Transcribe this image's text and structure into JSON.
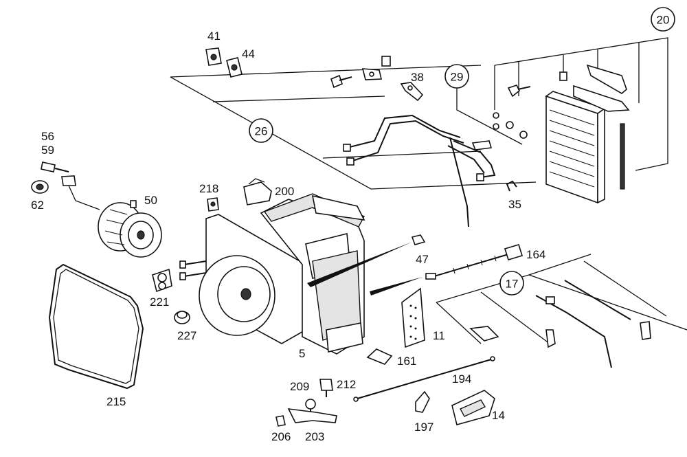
{
  "callouts": [
    {
      "id": "c20",
      "text": "20"
    },
    {
      "id": "c26",
      "text": "26"
    },
    {
      "id": "c29",
      "text": "29"
    },
    {
      "id": "c17",
      "text": "17"
    }
  ],
  "labels": [
    {
      "id": "p41",
      "text": "41"
    },
    {
      "id": "p44",
      "text": "44"
    },
    {
      "id": "p38",
      "text": "38"
    },
    {
      "id": "p56",
      "text": "56"
    },
    {
      "id": "p59",
      "text": "59"
    },
    {
      "id": "p62",
      "text": "62"
    },
    {
      "id": "p50",
      "text": "50"
    },
    {
      "id": "p218",
      "text": "218"
    },
    {
      "id": "p200",
      "text": "200"
    },
    {
      "id": "p35",
      "text": "35"
    },
    {
      "id": "p47",
      "text": "47"
    },
    {
      "id": "p164",
      "text": "164"
    },
    {
      "id": "p221",
      "text": "221"
    },
    {
      "id": "p227",
      "text": "227"
    },
    {
      "id": "p5",
      "text": "5"
    },
    {
      "id": "p11",
      "text": "11"
    },
    {
      "id": "p161",
      "text": "161"
    },
    {
      "id": "p215",
      "text": "215"
    },
    {
      "id": "p209",
      "text": "209"
    },
    {
      "id": "p212",
      "text": "212"
    },
    {
      "id": "p194",
      "text": "194"
    },
    {
      "id": "p197",
      "text": "197"
    },
    {
      "id": "p14",
      "text": "14"
    },
    {
      "id": "p206",
      "text": "206"
    },
    {
      "id": "p203",
      "text": "203"
    }
  ]
}
